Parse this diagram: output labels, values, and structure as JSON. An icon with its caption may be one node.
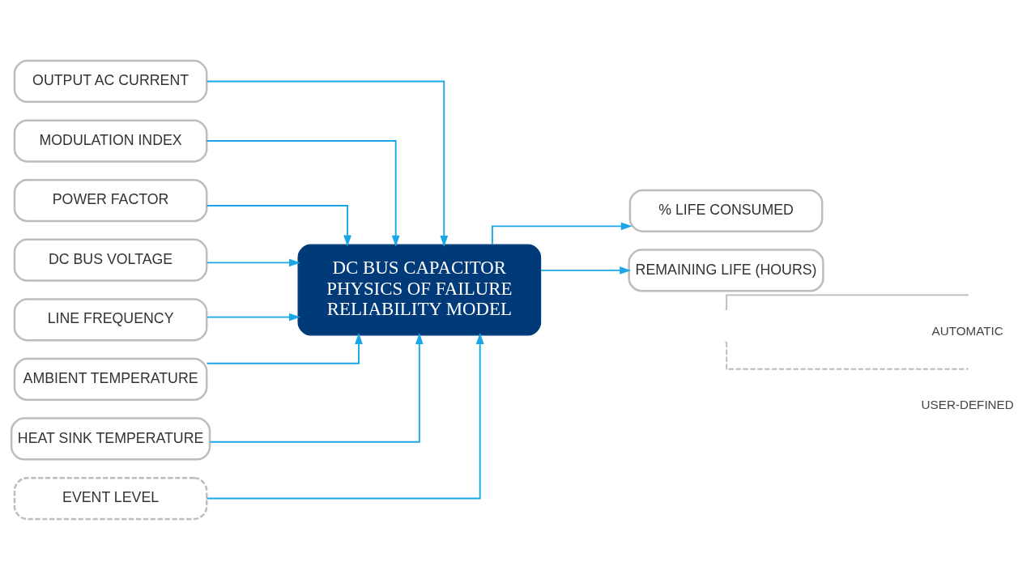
{
  "diagram": {
    "nodes": [
      {
        "text": [
          "OUTPUT AC CURRENT"
        ]
      },
      {
        "text": [
          "MODULATION INDEX"
        ]
      },
      {
        "text": [
          "POWER FACTOR"
        ]
      },
      {
        "text": [
          "DC BUS VOLTAGE"
        ]
      },
      {
        "text": [
          "LINE FREQUENCY"
        ]
      },
      {
        "text": [
          "AMBIENT TEMPERATURE"
        ]
      },
      {
        "text": [
          "HEAT SINK TEMPERATURE"
        ]
      },
      {
        "text": [
          "EVENT LEVEL"
        ]
      },
      {
        "text": [
          "DC BUS CAPACITOR PHYSICS OF FAILURE RELIABILITY MODEL"
        ]
      },
      {
        "text": [
          "% LIFE CONSUMED"
        ]
      },
      {
        "text": [
          "REMAINING LIFE (HOURS)"
        ]
      }
    ],
    "edges": [
      {
        "from": 0,
        "to": 8,
        "arrow": "to"
      },
      {
        "from": 1,
        "to": 8,
        "arrow": "to"
      },
      {
        "from": 2,
        "to": 8,
        "arrow": "to"
      },
      {
        "from": 3,
        "to": 8,
        "arrow": "to"
      },
      {
        "from": 4,
        "to": 8,
        "arrow": "to"
      },
      {
        "from": 5,
        "to": 8,
        "arrow": "to"
      },
      {
        "from": 6,
        "to": 8,
        "arrow": "to"
      },
      {
        "from": 7,
        "to": 8,
        "arrow": "to"
      },
      {
        "from": 8,
        "to": 9,
        "arrow": "to"
      },
      {
        "from": 8,
        "to": 10,
        "arrow": "to"
      }
    ],
    "legend": [
      {
        "text": "AUTOMATIC"
      },
      {
        "text": "USER-DEFINED"
      }
    ]
  }
}
